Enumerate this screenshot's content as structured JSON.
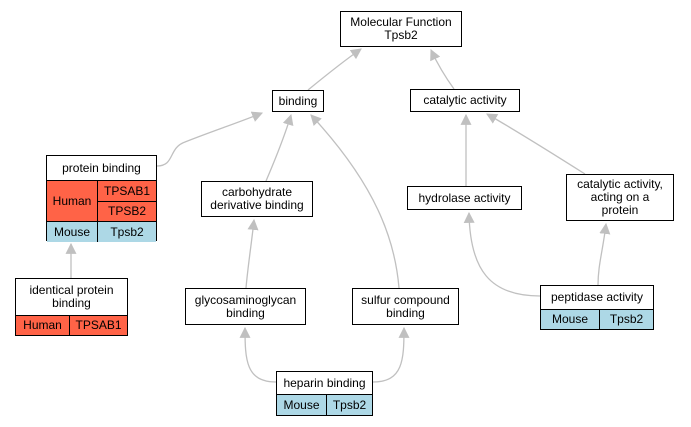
{
  "nodes": {
    "molecular_function": "Molecular Function\nTpsb2",
    "binding": "binding",
    "catalytic_activity": "catalytic activity",
    "protein_binding": "protein binding",
    "carbohydrate_derivative_binding": "carbohydrate\nderivative binding",
    "hydrolase_activity": "hydrolase activity",
    "catalytic_activity_acting_on_protein": "catalytic activity,\nacting on a\nprotein",
    "identical_protein_binding": "identical protein\nbinding",
    "glycosaminoglycan_binding": "glycosaminoglycan\nbinding",
    "sulfur_compound_binding": "sulfur compound\nbinding",
    "peptidase_activity": "peptidase activity",
    "heparin_binding": "heparin binding"
  },
  "annotations": {
    "protein_binding": {
      "human_species": "Human",
      "human_genes": [
        "TPSAB1",
        "TPSB2"
      ],
      "mouse_species": "Mouse",
      "mouse_gene": "Tpsb2"
    },
    "identical_protein_binding": {
      "species": "Human",
      "gene": "TPSAB1"
    },
    "peptidase_activity": {
      "species": "Mouse",
      "gene": "Tpsb2"
    },
    "heparin_binding": {
      "species": "Mouse",
      "gene": "Tpsb2"
    }
  },
  "colors": {
    "human": "#ff6347",
    "mouse": "#add8e6",
    "edge": "#c0c0c0",
    "border": "#000000"
  },
  "edges": [
    [
      "binding",
      "molecular_function"
    ],
    [
      "catalytic_activity",
      "molecular_function"
    ],
    [
      "protein_binding",
      "binding"
    ],
    [
      "carbohydrate_derivative_binding",
      "binding"
    ],
    [
      "sulfur_compound_binding",
      "binding"
    ],
    [
      "hydrolase_activity",
      "catalytic_activity"
    ],
    [
      "catalytic_activity_acting_on_protein",
      "catalytic_activity"
    ],
    [
      "identical_protein_binding",
      "protein_binding"
    ],
    [
      "glycosaminoglycan_binding",
      "carbohydrate_derivative_binding"
    ],
    [
      "peptidase_activity",
      "hydrolase_activity"
    ],
    [
      "peptidase_activity",
      "catalytic_activity_acting_on_protein"
    ],
    [
      "heparin_binding",
      "glycosaminoglycan_binding"
    ],
    [
      "heparin_binding",
      "sulfur_compound_binding"
    ]
  ]
}
